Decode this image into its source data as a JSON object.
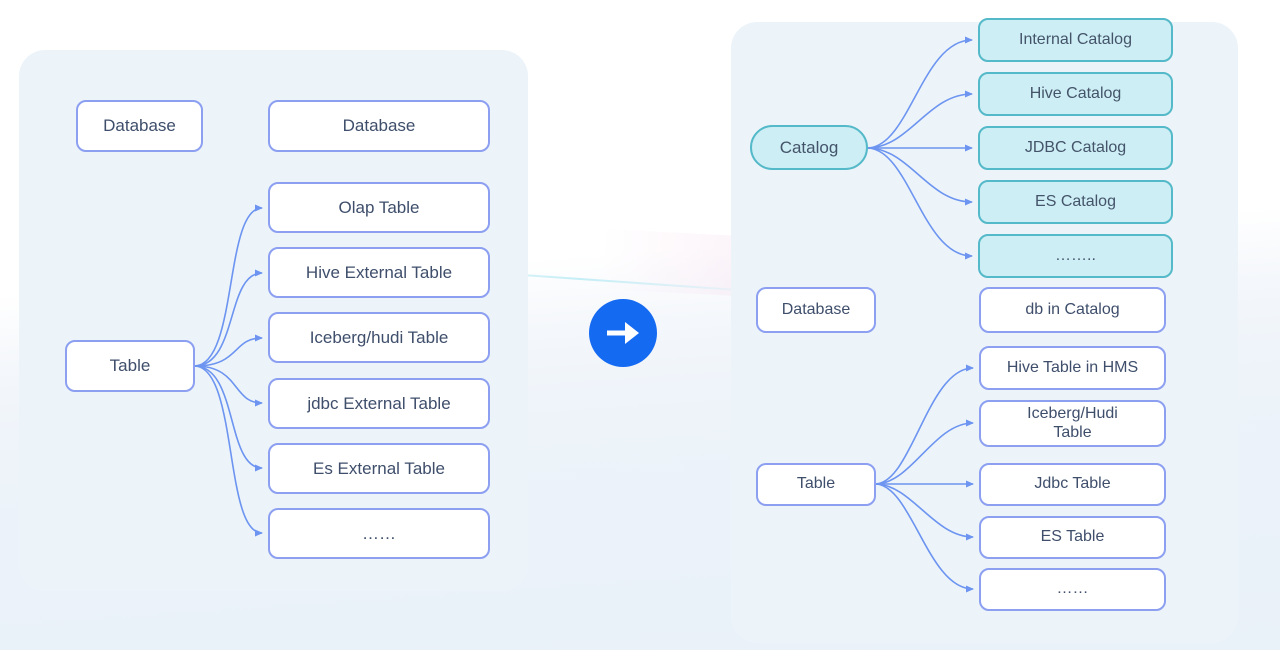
{
  "diagram": {
    "left_panel": {
      "database_standalone": "Database",
      "database_parent": "Database",
      "table_root": "Table",
      "table_children": [
        {
          "label": "Olap Table"
        },
        {
          "label": "Hive External Table"
        },
        {
          "label": "Iceberg/hudi Table"
        },
        {
          "label": "jdbc External Table"
        },
        {
          "label": "Es External Table"
        },
        {
          "label": "……"
        }
      ]
    },
    "transform": {
      "icon": "right-arrow-icon"
    },
    "right_panel": {
      "catalog_root": "Catalog",
      "catalog_children": [
        {
          "label": "Internal Catalog"
        },
        {
          "label": "Hive Catalog"
        },
        {
          "label": "JDBC Catalog"
        },
        {
          "label": "ES Catalog"
        },
        {
          "label": "…….."
        }
      ],
      "database_standalone": "Database",
      "database_child": "db in Catalog",
      "table_root": "Table",
      "table_children": [
        {
          "label": "Hive Table in HMS"
        },
        {
          "label": "Iceberg/Hudi Table"
        },
        {
          "label": "Jdbc Table"
        },
        {
          "label": "ES Table"
        },
        {
          "label": "……"
        }
      ]
    },
    "colors": {
      "node_border": "#8c9ff1",
      "node_fill": "#ffffff",
      "node_text": "#3e4e6b",
      "catalog_fill": "#cdeef4",
      "catalog_border": "#54b9c8",
      "connector": "#6c94f0",
      "panel_fill": "#ecf4fa",
      "arrow_circle": "#156af2"
    }
  }
}
